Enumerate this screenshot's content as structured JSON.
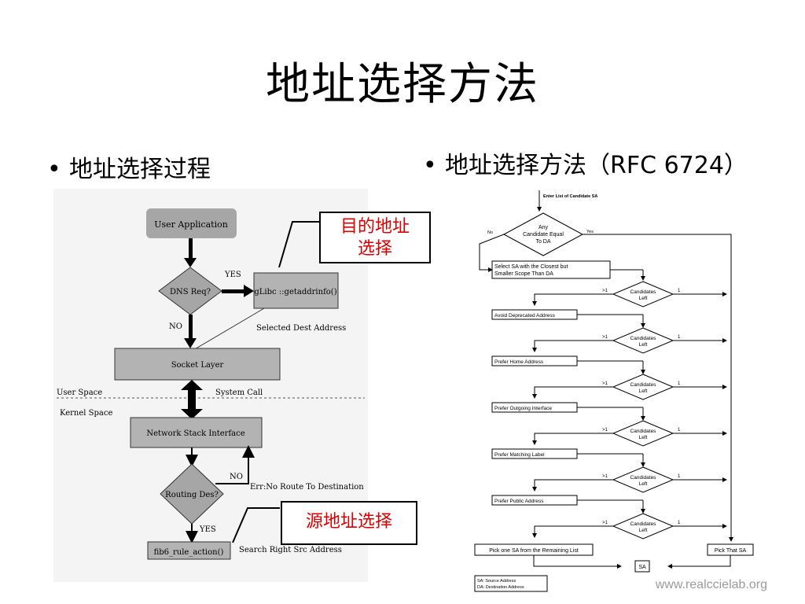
{
  "slide": {
    "title": "地址选择方法",
    "bullet_left": "地址选择过程",
    "bullet_right": "地址选择方法（RFC 6724）",
    "bullet_symbol": "•"
  },
  "left_diagram": {
    "user_application": "User Application",
    "dns_req": "DNS Req?",
    "yes1": "YES",
    "no1": "NO",
    "glibc": "gLibc ::getaddrinfo()",
    "selected_dest": "Selected Dest Address",
    "socket_layer": "Socket Layer",
    "user_space": "User Space",
    "system_call": "System Call",
    "kernel_space": "Kernel Space",
    "network_stack": "Network Stack Interface",
    "no2": "NO",
    "routing_des": "Routing Des?",
    "err_no_route": "Err:No Route To Destination",
    "yes2": "YES",
    "fib6": "fib6_rule_action()",
    "search_src": "Search Right Src Address",
    "callout_dest_line1": "目的地址",
    "callout_dest_line2": "选择",
    "callout_src": "源地址选择"
  },
  "right_diagram": {
    "enter_list": "Enter List of Candidate SA",
    "any_line1": "Any",
    "any_line2": "Candidate Equal",
    "any_line3": "To DA",
    "no": "No",
    "yes": "Yes",
    "select_sa_line1": "Select SA with the Closest but",
    "select_sa_line2": "Smaller Scope Than DA",
    "candidates": "Candidates",
    "left": "Left",
    "gt1": ">1",
    "one": "1",
    "rules": [
      "Avoid Deprecated Address",
      "Prefer Home Address",
      "Prefer Outgoing Interface",
      "Prefer Matching Label",
      "Prefer Public Address"
    ],
    "pick_one": "Pick one SA from the Remaining List",
    "pick_that": "Pick That SA",
    "sa": "SA",
    "legend_sa": "SA: Source Address",
    "legend_da": "DA: Destination Address"
  },
  "watermark": "www.realccielab.org",
  "colors": {
    "callout_text": "#e00000",
    "diagram_fill": "#a6a6a6",
    "box_fill": "#b3b3b3"
  }
}
